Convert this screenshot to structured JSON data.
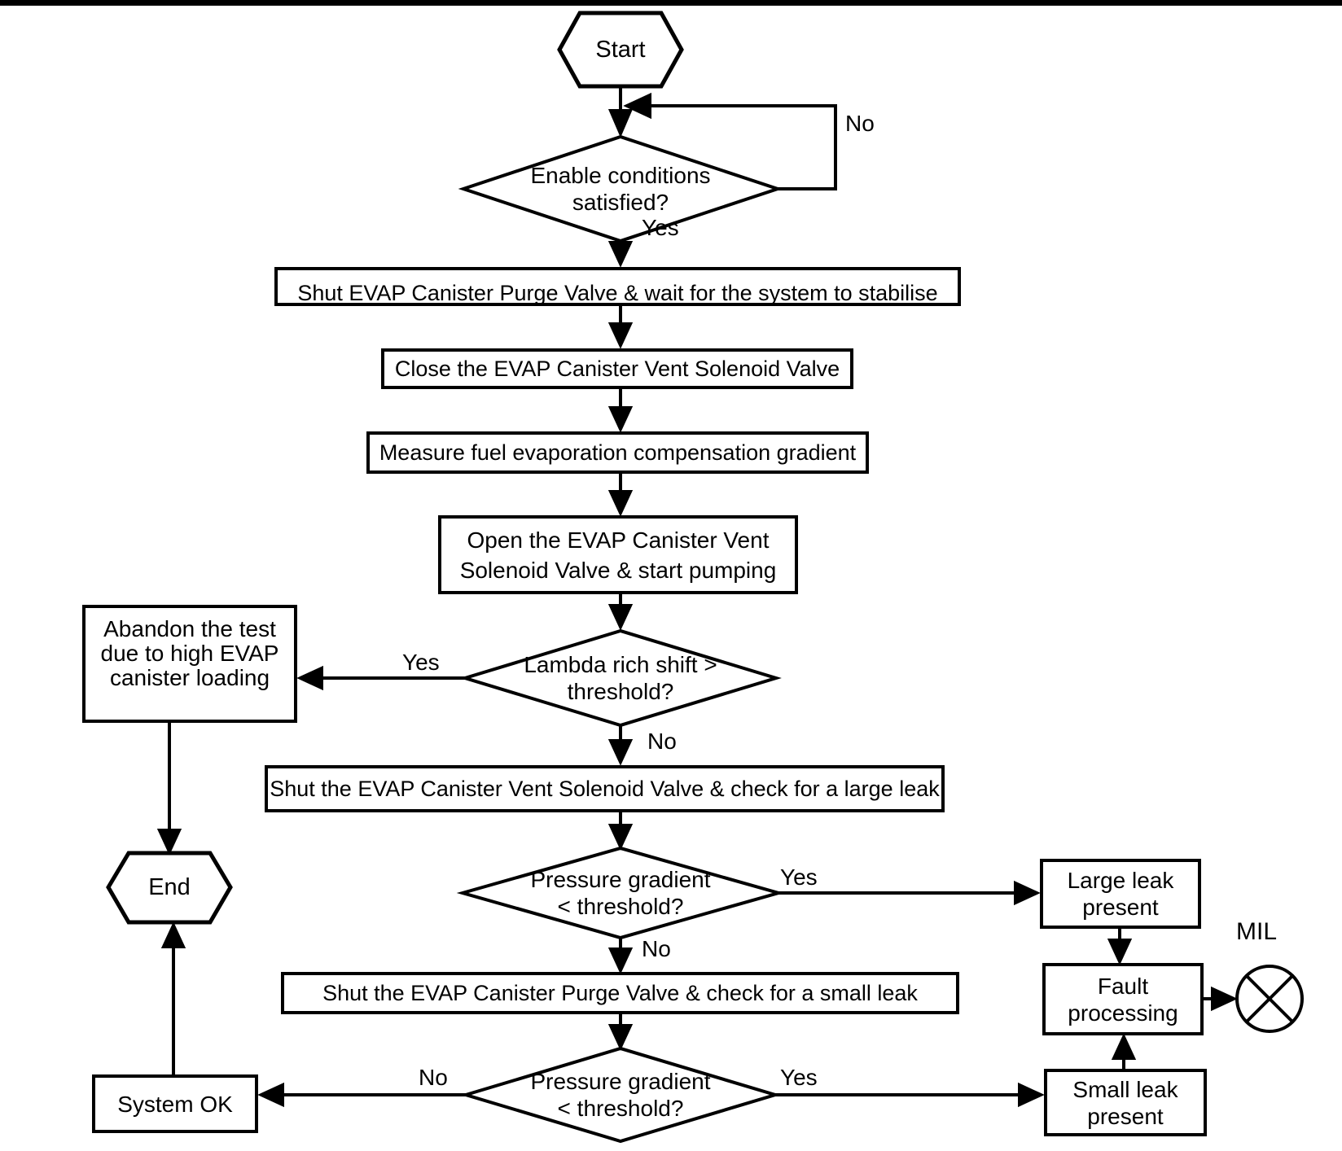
{
  "colors": {
    "ink": "#000000",
    "background": "#ffffff"
  },
  "nodes": {
    "start": "Start",
    "enable_conditions": "Enable conditions\nsatisfied?",
    "shut_purge_wait": "Shut EVAP Canister Purge Valve & wait for the system to stabilise",
    "close_vent_valve": "Close the EVAP Canister Vent Solenoid Valve",
    "measure_gradient": "Measure fuel evaporation compensation gradient",
    "open_vent_start_pumping": "Open the EVAP Canister Vent\nSolenoid Valve & start pumping",
    "lambda_rich_shift": "Lambda rich shift >\nthreshold?",
    "abandon_test": "Abandon the test\ndue to high EVAP\ncanister loading",
    "shut_vent_check_large_leak": "Shut the EVAP Canister Vent Solenoid Valve & check for a large leak",
    "pressure_gradient_large": "Pressure gradient\n< threshold?",
    "large_leak_present": "Large leak\npresent",
    "shut_purge_check_small_leak": "Shut the EVAP Canister Purge Valve & check for a small leak",
    "pressure_gradient_small": "Pressure gradient\n< threshold?",
    "small_leak_present": "Small leak\npresent",
    "fault_processing": "Fault\nprocessing",
    "system_ok": "System OK",
    "end": "End"
  },
  "edge_labels": {
    "enable_no": "No",
    "enable_yes": "Yes",
    "lambda_yes": "Yes",
    "lambda_no": "No",
    "large_yes": "Yes",
    "large_no": "No",
    "small_no": "No",
    "small_yes": "Yes"
  },
  "indicator": {
    "mil_label": "MIL"
  }
}
